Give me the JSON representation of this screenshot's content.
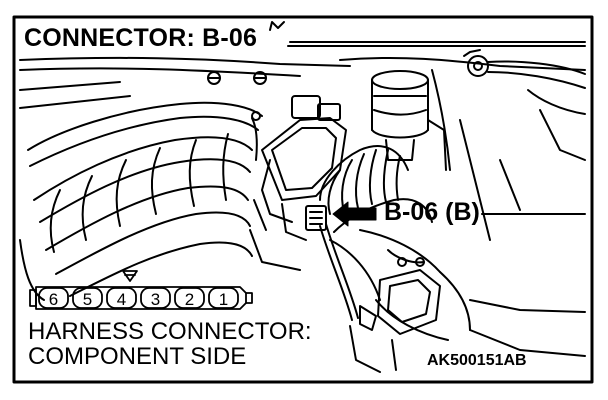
{
  "title": "CONNECTOR: B-06",
  "callout": "B-06 (B)",
  "harness_caption": [
    "HARNESS CONNECTOR:",
    "COMPONENT SIDE"
  ],
  "figure_code": "AK500151AB",
  "connector_pins": [
    "6",
    "5",
    "4",
    "3",
    "2",
    "1"
  ],
  "colors": {
    "line": "#000000",
    "background": "#ffffff"
  }
}
